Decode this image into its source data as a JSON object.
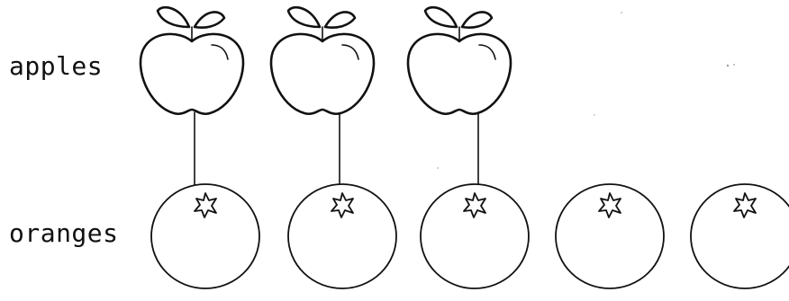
{
  "labels": {
    "apples": "apples",
    "oranges": "oranges"
  },
  "counts": {
    "apples": 3,
    "oranges": 5,
    "matched_pairs": 3
  },
  "icons": {
    "apple": "apple-icon",
    "orange": "orange-icon",
    "connector": "matching-line"
  },
  "colors": {
    "ink": "#111111",
    "background": "#ffffff"
  }
}
